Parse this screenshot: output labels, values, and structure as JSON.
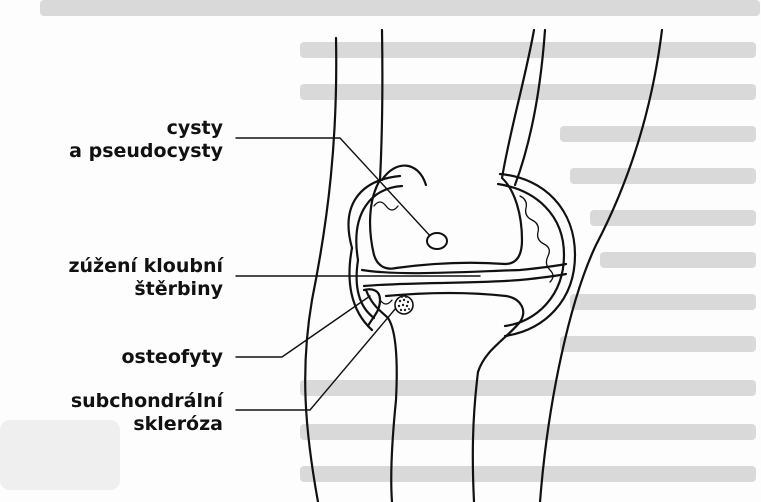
{
  "labels": {
    "cysts_line1": "cysty",
    "cysts_line2": "a pseudocysty",
    "narrowing_line1": "zúžení kloubní",
    "narrowing_line2": "štěrbiny",
    "osteophytes": "osteofyty",
    "sclerosis_line1": "subchondrální",
    "sclerosis_line2": "skleróza"
  }
}
